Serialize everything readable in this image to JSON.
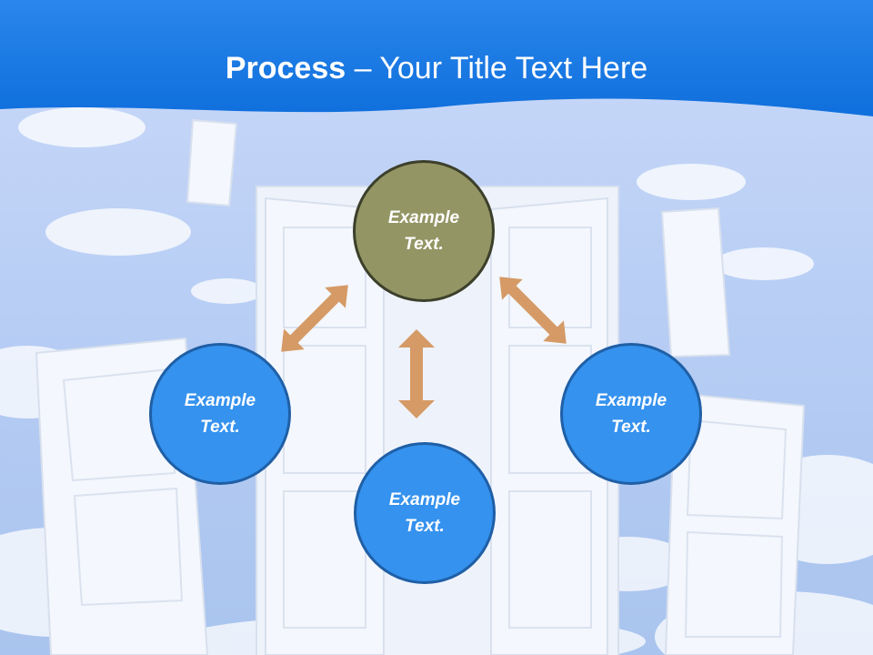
{
  "title": {
    "bold": "Process",
    "rest": " – Your Title Text Here"
  },
  "nodes": {
    "top": {
      "line1": "Example",
      "line2": "Text."
    },
    "left": {
      "line1": "Example",
      "line2": "Text."
    },
    "right": {
      "line1": "Example",
      "line2": "Text."
    },
    "bottom": {
      "line1": "Example",
      "line2": "Text."
    }
  },
  "colors": {
    "header_blue": "#1877e3",
    "sky_blue": "#bcd2f7",
    "node_top_fill": "#939564",
    "node_blue_fill": "#3592ee",
    "arrow": "#d59a66"
  }
}
